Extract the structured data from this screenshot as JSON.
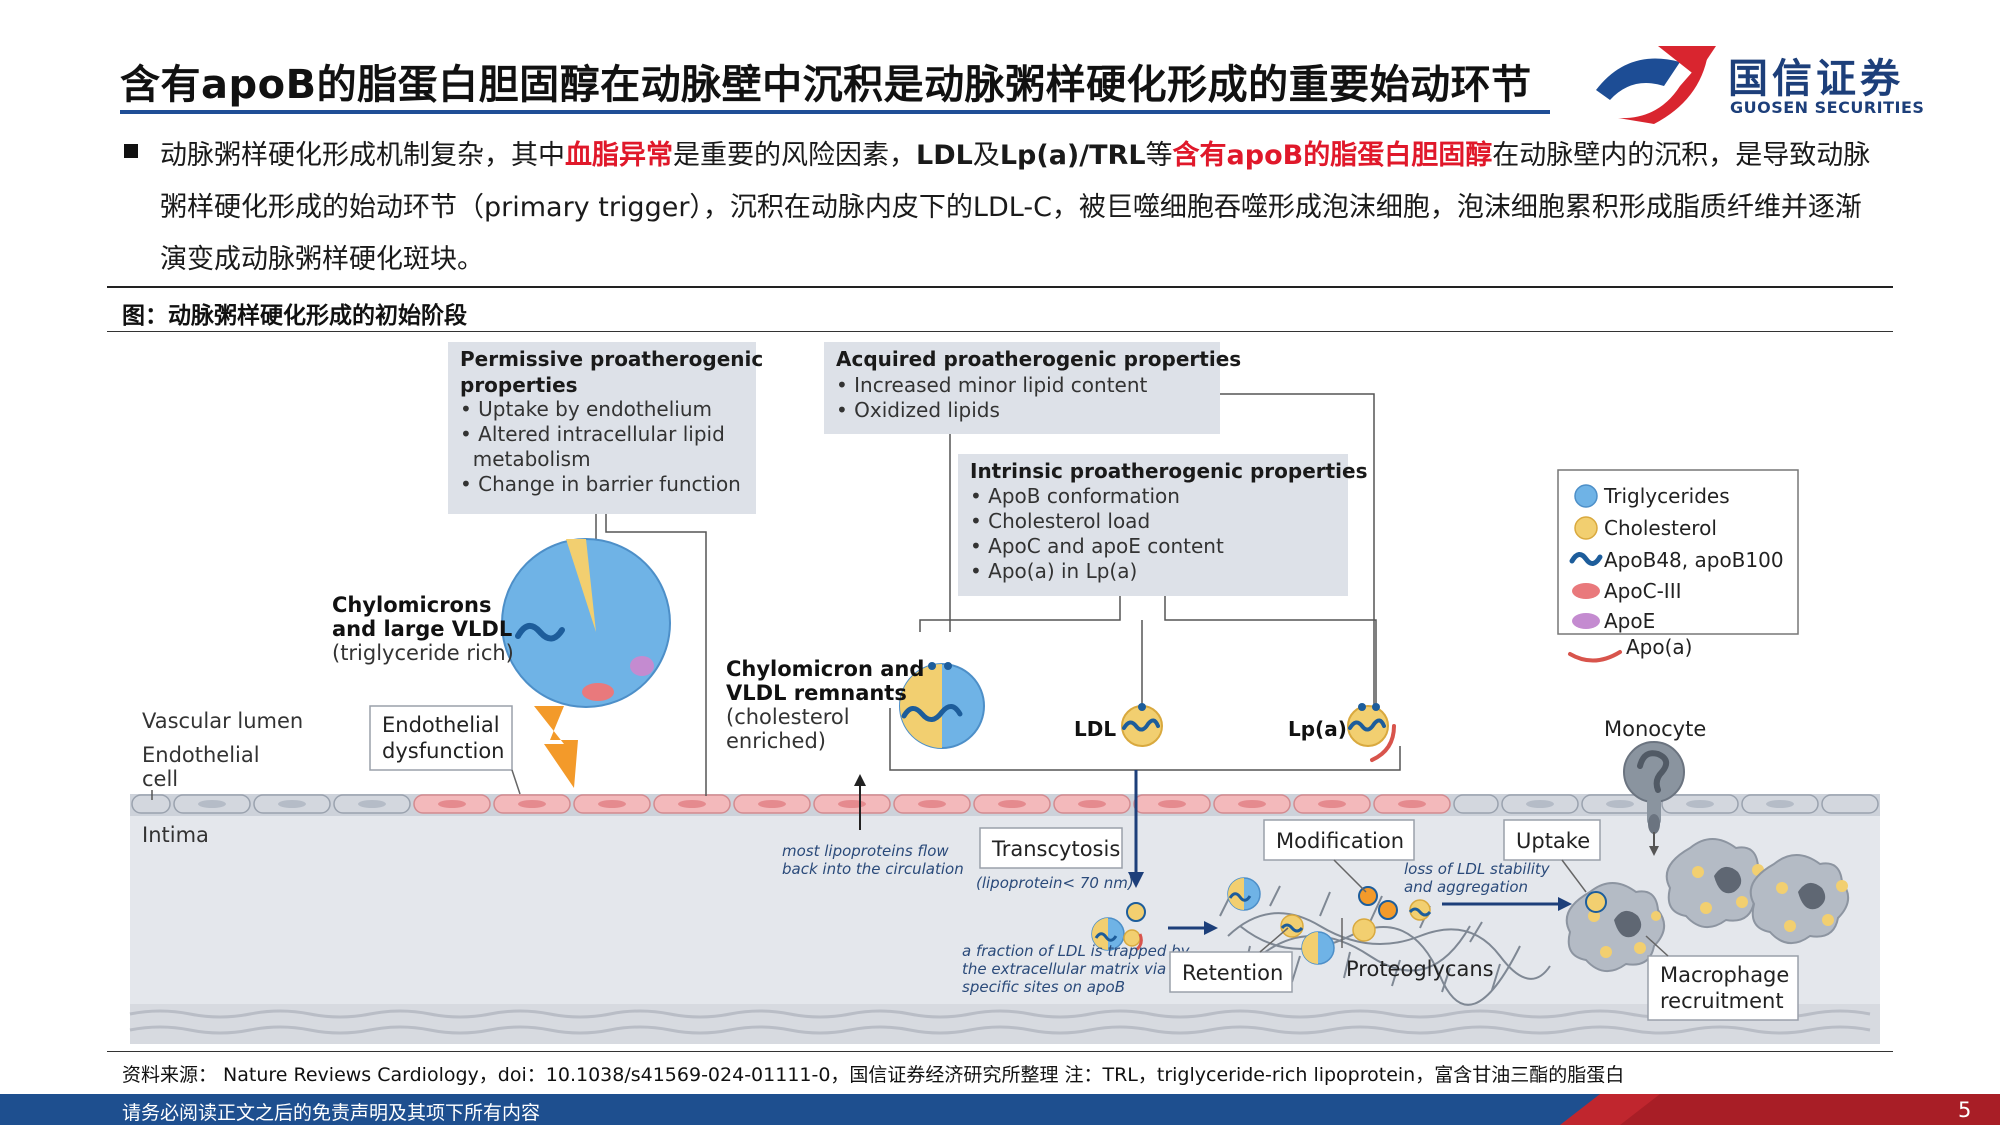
{
  "header": {
    "title": "含有apoB的脂蛋白胆固醇在动脉壁中沉积是动脉粥样硬化形成的重要始动环节",
    "logo_cn": "国信证券",
    "logo_en": "GUOSEN SECURITIES"
  },
  "summary": {
    "p1": "动脉粥样硬化形成机制复杂，其中",
    "p2": "血脂异常",
    "p3": "是重要的风险因素，",
    "p4": "LDL",
    "p5": "及",
    "p6": "Lp(a)/TRL",
    "p7": "等",
    "p8": "含有apoB的脂蛋白胆固醇",
    "p9": "在动脉壁内的沉积，是导致动脉粥样硬化形成的始动环节（primary trigger），沉积在动脉内皮下的LDL-C，被巨噬细胞吞噬形成泡沫细胞，泡沫细胞累积形成脂质纤维并逐渐演变成动脉粥样硬化斑块。"
  },
  "figure": {
    "caption": "图：动脉粥样硬化形成的初始阶段",
    "permissive": {
      "title1": "Permissive proatherogenic",
      "title2": "properties",
      "items": [
        "• Uptake by endothelium",
        "• Altered intracellular lipid",
        "  metabolism",
        "• Change in barrier function"
      ]
    },
    "acquired": {
      "title": "Acquired proatherogenic properties",
      "items": [
        "• Increased minor lipid content",
        "• Oxidized lipids"
      ]
    },
    "intrinsic": {
      "title": "Intrinsic proatherogenic properties",
      "items": [
        "• ApoB conformation",
        "• Cholesterol load",
        "• ApoC and apoE content",
        "• Apo(a) in Lp(a)"
      ]
    },
    "legend": {
      "triglycerides": "Triglycerides",
      "cholesterol": "Cholesterol",
      "apob": "ApoB48, apoB100",
      "apoc": "ApoC-III",
      "apoe": "ApoE",
      "apoa": "Apo(a)",
      "colors": {
        "triglycerides": "#6fb3e6",
        "cholesterol": "#f2cf70",
        "apob": "#1d5d9b",
        "apoc": "#e9797c",
        "apoe": "#c48bd0",
        "apoa": "#d8544c"
      }
    },
    "labels": {
      "chylo1": "Chylomicrons",
      "chylo2": "and large VLDL",
      "chylo3": "(triglyceride rich)",
      "rem1": "Chylomicron and",
      "rem2": "VLDL remnants",
      "rem3": "(cholesterol",
      "rem4": "enriched)",
      "ldl": "LDL",
      "lpa": "Lp(a)",
      "monocyte": "Monocyte",
      "vascular_lumen": "Vascular lumen",
      "endo1": "Endothelial",
      "endo2": "cell",
      "intima": "Intima",
      "dys1": "Endothelial",
      "dys2": "dysfunction",
      "flow1": "most lipoproteins flow",
      "flow2": "back into the circulation",
      "transcytosis": "Transcytosis",
      "transcytosis_note": "(lipoprotein< 70 nm)",
      "modification": "Modification",
      "uptake": "Uptake",
      "loss1": "loss of LDL stability",
      "loss2": "and aggregation",
      "trap1": "a fraction of LDL is trapped by",
      "trap2": "the extracellular matrix via",
      "trap3": "specific sites on apoB",
      "retention": "Retention",
      "proteoglycans": "Proteoglycans",
      "macro1": "Macrophage",
      "macro2": "recruitment"
    }
  },
  "footer": {
    "source": "资料来源： Nature Reviews Cardiology，doi：10.1038/s41569-024-01111-0，国信证券经济研究所整理  注：TRL，triglyceride-rich lipoprotein，富含甘油三酯的脂蛋白",
    "disclaimer": "请务必阅读正文之后的免责声明及其项下所有内容",
    "page": "5"
  }
}
